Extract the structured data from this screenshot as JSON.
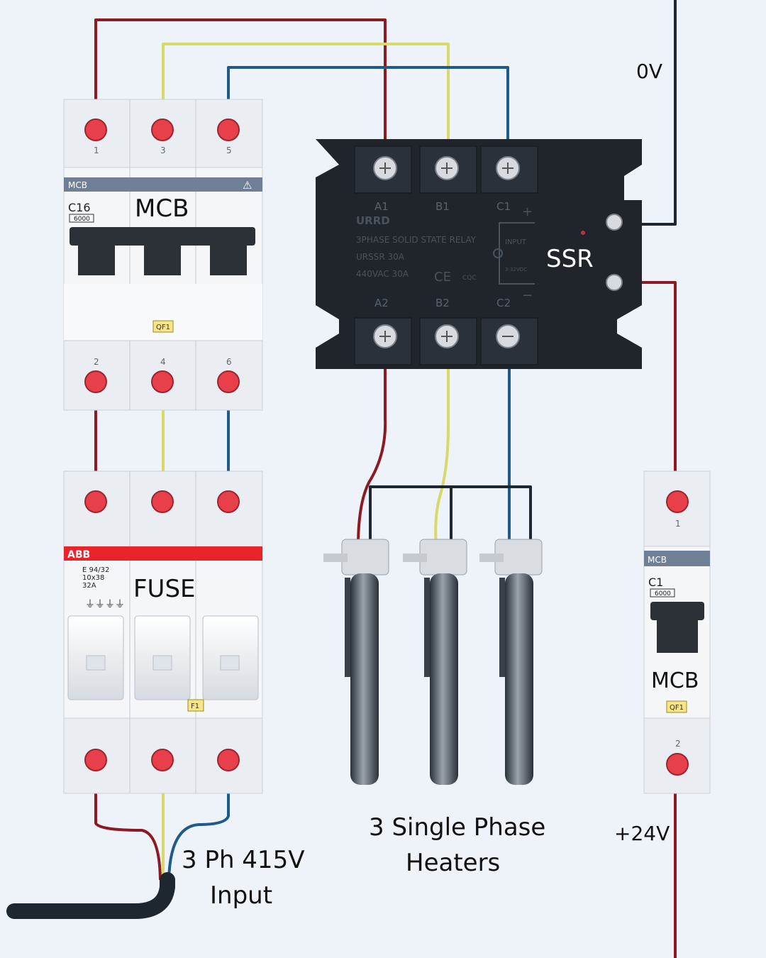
{
  "labels": {
    "mcb_main": "MCB",
    "fuse": "FUSE",
    "ssr": "SSR",
    "zero_v": "0V",
    "plus_24v": "+24V",
    "input_line1": "3 Ph 415V",
    "input_line2": "Input",
    "heaters_line1": "3 Single Phase",
    "heaters_line2": "Heaters",
    "mcb_small": "MCB"
  },
  "mcb_main": {
    "header": "MCB",
    "rating": "C16",
    "breaking": "6000",
    "tag": "QF1",
    "top_terminals": [
      "1",
      "3",
      "5"
    ],
    "bottom_terminals": [
      "2",
      "4",
      "6"
    ]
  },
  "fuse_block": {
    "brand": "ABB",
    "spec_lines": [
      "E 94/32",
      "10x38",
      "32A"
    ],
    "tag": "F1"
  },
  "ssr_block": {
    "brand": "URRD",
    "line1": "3PHASE SOLID STATE RELAY",
    "line2": "URSSR 30A",
    "line3": "440VAC 30A",
    "top_terminals": [
      "A1",
      "B1",
      "C1"
    ],
    "bottom_terminals": [
      "A2",
      "B2",
      "C2"
    ],
    "input_label": "INPUT",
    "plus": "+",
    "minus": "−",
    "ce": "CE",
    "cqc": "CQC",
    "dc": "3-32VDC"
  },
  "mcb_small": {
    "header": "MCB",
    "rating": "C1",
    "breaking": "6000",
    "tag": "QF1",
    "top_terminal": "1",
    "bottom_terminal": "2"
  },
  "colors": {
    "red_wire": "#8b1a22",
    "yellow_wire": "#d9d96a",
    "blue_wire": "#1f5a8a",
    "black_wire": "#1e2630",
    "terminal": "#e8404a",
    "ssr_body": "#1f252b",
    "fuse_brand": "#e8232a"
  }
}
